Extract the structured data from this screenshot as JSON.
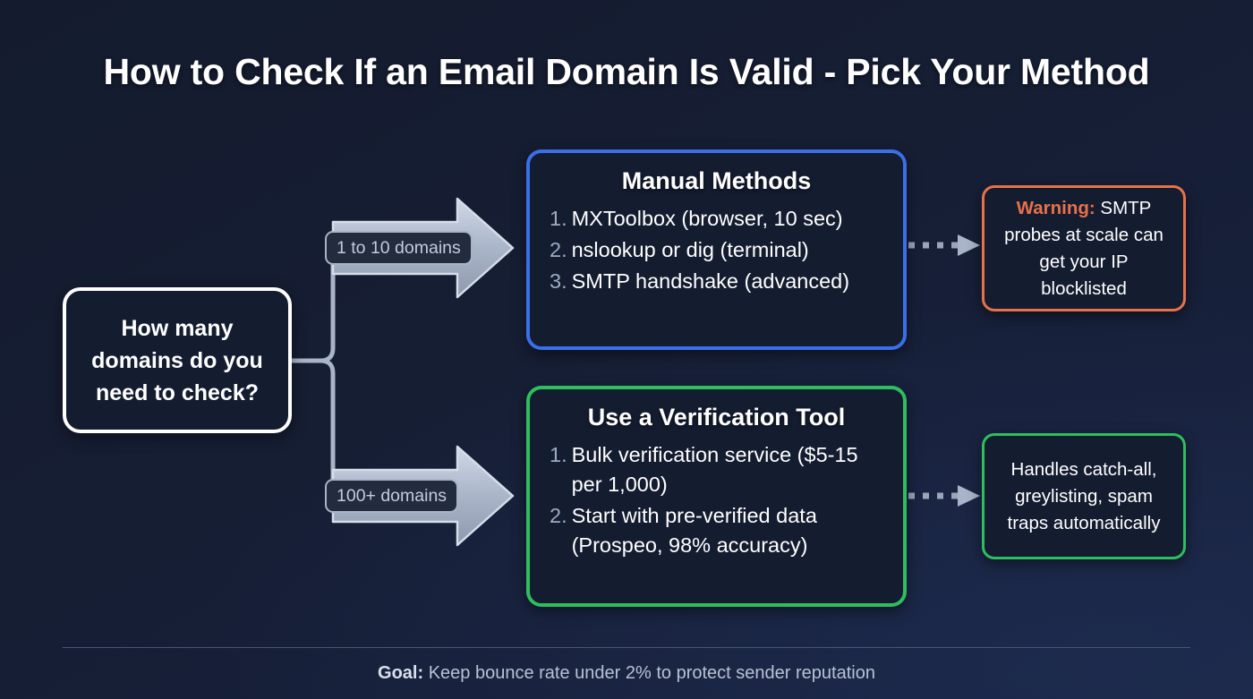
{
  "page": {
    "title": "How to Check If an Email Domain Is Valid - Pick Your Method",
    "background_color": "#151d33",
    "accent_blue": "#3a6fe8",
    "accent_green": "#2fbe5f",
    "accent_orange": "#e8714a"
  },
  "decision": {
    "name": "decision-node",
    "lines": [
      "How many",
      "domains do you",
      "need to check?"
    ],
    "border_color": "#ffffff"
  },
  "branches": [
    {
      "label": "1 to 10 domains",
      "target": "manual-methods"
    },
    {
      "label": "100+ domains",
      "target": "verification-tool"
    }
  ],
  "manual": {
    "title": "Manual Methods",
    "border_color": "#3a6fe8",
    "items": [
      {
        "num": "1.",
        "text": "MXToolbox (browser, 10 sec)"
      },
      {
        "num": "2.",
        "text": "nslookup or dig (terminal)"
      },
      {
        "num": "3.",
        "text": "SMTP handshake (advanced)"
      }
    ]
  },
  "tool": {
    "title": "Use a Verification Tool",
    "border_color": "#2fbe5f",
    "items": [
      {
        "num": "1.",
        "text": "Bulk verification service ($5-15 per 1,000)"
      },
      {
        "num": "2.",
        "text": "Start with pre-verified data (Prospeo, 98% accuracy)"
      }
    ]
  },
  "warning_note": {
    "border_color": "#e8714a",
    "label": "Warning:",
    "text": " SMTP probes at scale can get your IP blocklisted"
  },
  "benefit_note": {
    "border_color": "#2fbe5f",
    "text": "Handles catch-all, greylisting, spam traps automatically"
  },
  "footer": {
    "label": "Goal:",
    "text": " Keep bounce rate under 2% to protect sender reputation"
  },
  "icons": {
    "branch_connector": "fork-connector",
    "big_arrow": "block-arrow-right-icon",
    "dotted_arrow": "dotted-arrow-right-icon"
  }
}
